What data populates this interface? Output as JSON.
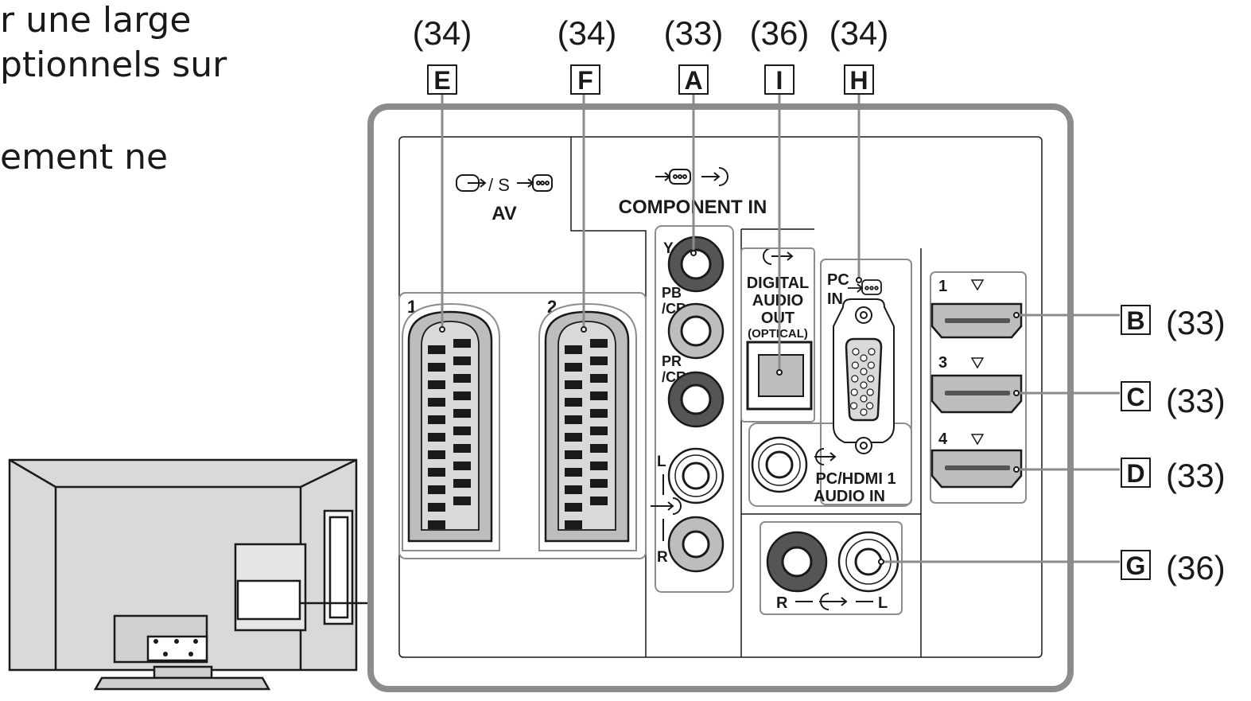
{
  "intro_lines": [
    "r une large",
    "ptionnels sur",
    "ement ne"
  ],
  "callouts": {
    "E": {
      "letter": "E",
      "page": "(34)"
    },
    "F": {
      "letter": "F",
      "page": "(34)"
    },
    "A": {
      "letter": "A",
      "page": "(33)"
    },
    "I": {
      "letter": "I",
      "page": "(36)"
    },
    "H": {
      "letter": "H",
      "page": "(34)"
    },
    "B": {
      "letter": "B",
      "page": "(33)"
    },
    "C": {
      "letter": "C",
      "page": "(33)"
    },
    "D": {
      "letter": "D",
      "page": "(33)"
    },
    "G": {
      "letter": "G",
      "page": "(36)"
    }
  },
  "panel_labels": {
    "av_symbol": "/ S",
    "av": "AV",
    "scart_1": "1",
    "scart_2": "2",
    "component_in": "COMPONENT IN",
    "y": "Y",
    "pb": "PB",
    "cb": "/CB",
    "pr": "PR",
    "cr": "/CR",
    "audio_l": "L",
    "audio_r": "R",
    "digital": "DIGITAL",
    "audio": "AUDIO",
    "out": "OUT",
    "optical": "(OPTICAL)",
    "pc": "PC",
    "in": "IN",
    "pc_hdmi_audio_1": "PC/HDMI 1",
    "pc_hdmi_audio_2": "AUDIO IN",
    "hdmi_1": "1",
    "hdmi_3": "3",
    "hdmi_4": "4",
    "rl_r": "R",
    "rl_l": "L"
  },
  "colors": {
    "line": "#1a1a1a",
    "panel_border": "#8c8c8c",
    "panel_fill": "#ffffff",
    "connector_gray": "#bdbdbd",
    "dark_jack": "#555555",
    "tv_fill": "#d9d9d9"
  }
}
